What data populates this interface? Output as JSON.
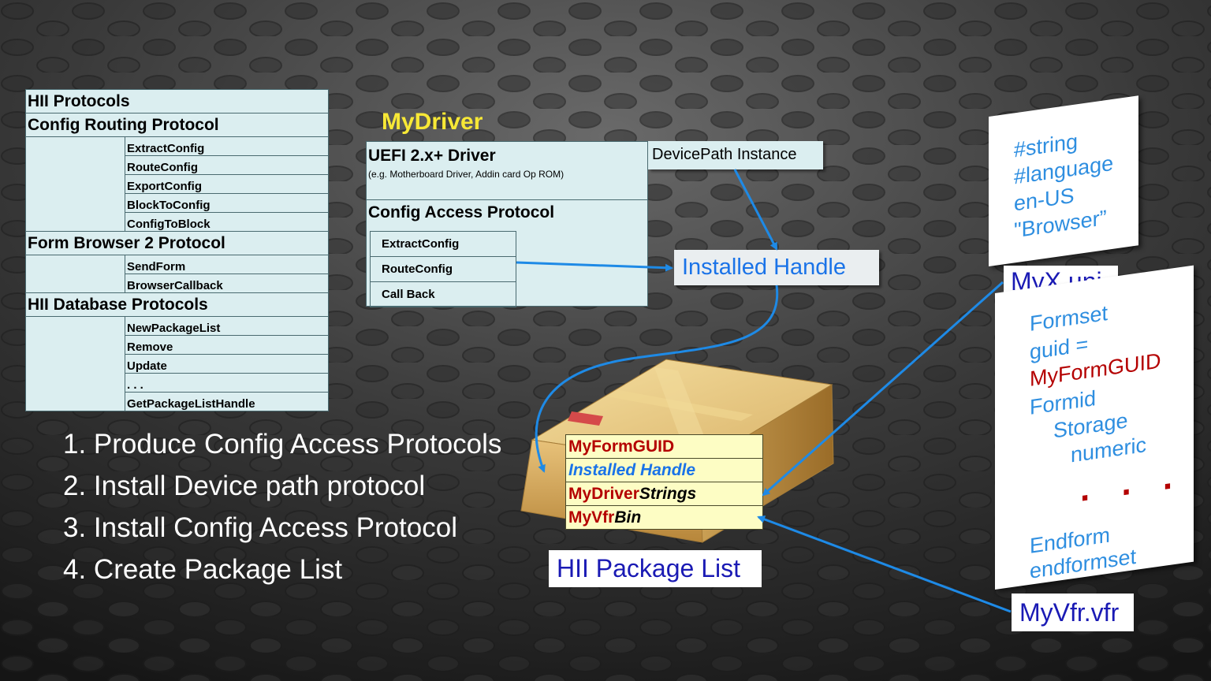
{
  "hii_protocols": {
    "title": "HII Protocols",
    "groups": [
      {
        "name": "Config Routing Protocol",
        "items": [
          "ExtractConfig",
          "RouteConfig",
          "ExportConfig",
          "BlockToConfig",
          "ConfigToBlock"
        ]
      },
      {
        "name": "Form Browser 2 Protocol",
        "items": [
          "SendForm",
          "BrowserCallback"
        ]
      },
      {
        "name": "HII Database  Protocols",
        "items": [
          "NewPackageList",
          "Remove",
          "Update",
          ". . .",
          "GetPackageListHandle"
        ]
      }
    ]
  },
  "driver": {
    "title": "MyDriver",
    "box_title": "UEFI 2.x+ Driver",
    "box_subtitle": "(e.g. Motherboard  Driver,  Addin card Op ROM)",
    "cap_title": "Config Access  Protocol",
    "cap_items": [
      "ExtractConfig",
      "RouteConfig",
      "Call  Back"
    ]
  },
  "device_path_label": "DevicePath  Instance",
  "installed_handle_label": "Installed Handle",
  "steps": [
    "1. Produce Config Access Protocols",
    "2. Install  Device  path  protocol",
    "3. Install  Config Access  Protocol",
    "4. Create  Package  List"
  ],
  "package_list": {
    "rows": [
      {
        "parts": [
          {
            "text": "MyFormGUID",
            "style": "red"
          }
        ]
      },
      {
        "parts": [
          {
            "text": "Installed Handle",
            "style": "blue-i"
          }
        ]
      },
      {
        "parts": [
          {
            "text": "MyDriver",
            "style": "red"
          },
          {
            "text": "Strings",
            "style": "blk-i"
          }
        ]
      },
      {
        "parts": [
          {
            "text": "MyVfr",
            "style": "red"
          },
          {
            "text": "Bin",
            "style": "blk-i"
          }
        ]
      }
    ],
    "label": "HII Package  List"
  },
  "uni_card": {
    "lines": [
      "#string",
      "#language",
      "en-US",
      "\"Browser”"
    ],
    "file_label": "MyX.uni"
  },
  "vfr_card": {
    "lines": [
      {
        "text": "Formset",
        "color": "blue"
      },
      {
        "text": "guid  =",
        "color": "blue"
      },
      {
        "text": "MyFormGUID",
        "color": "red"
      },
      {
        "text": "Formid",
        "color": "blue"
      },
      {
        "text": "Storage",
        "color": "blue"
      },
      {
        "text": "numeric",
        "color": "blue"
      }
    ],
    "ellipsis": ". . .",
    "end_lines": [
      "Endform",
      "endformset"
    ],
    "file_label": "MyVfr.vfr"
  },
  "colors": {
    "table_fill": "#dbeef0",
    "accent_yellow": "#f7e836",
    "arrow_blue": "#1e8ae6",
    "label_navy": "#1a1ab4",
    "guid_red": "#b40000"
  }
}
